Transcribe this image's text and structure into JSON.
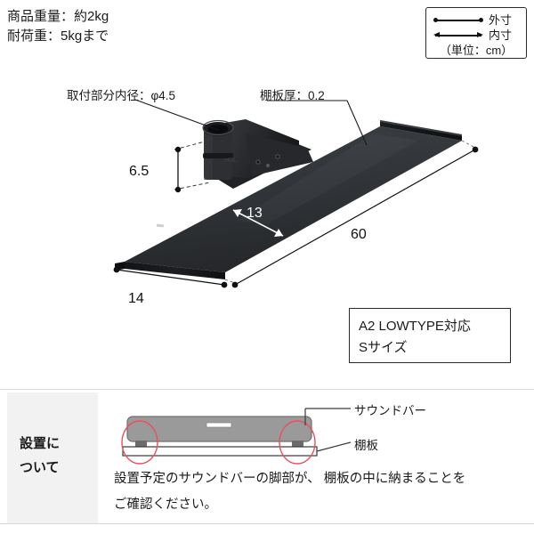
{
  "specs": {
    "weight": "商品重量：約2kg",
    "load_capacity": "耐荷重：5kgまで"
  },
  "legend": {
    "outer_label": "外寸",
    "inner_label": "内寸",
    "unit_note": "（単位：cm）"
  },
  "product_diagram": {
    "callouts": {
      "inner_diameter": "取付部分内径：φ4.5",
      "shelf_thickness": "棚板厚：0.2"
    },
    "dimensions": {
      "mount_height": "6.5",
      "inner_depth": "13",
      "outer_length": "60",
      "outer_depth": "14"
    }
  },
  "model_box": {
    "line1": "A2 LOWTYPE対応",
    "line2": "Sサイズ"
  },
  "installation": {
    "heading_line1": "設置に",
    "heading_line2": "ついて",
    "figure_labels": {
      "soundbar": "サウンドバー",
      "shelf": "棚板"
    },
    "note_line1": "設置予定のサウンドバーの脚部が、 棚板の中に納まることを",
    "note_line2": "ご確認ください。"
  },
  "colors": {
    "accent_red": "#e8505b",
    "panel_gray": "#f2f2f2",
    "shelf_dark": "#2e3033",
    "soundbar_gray": "#9a9a9a",
    "line_dark": "#111111"
  }
}
